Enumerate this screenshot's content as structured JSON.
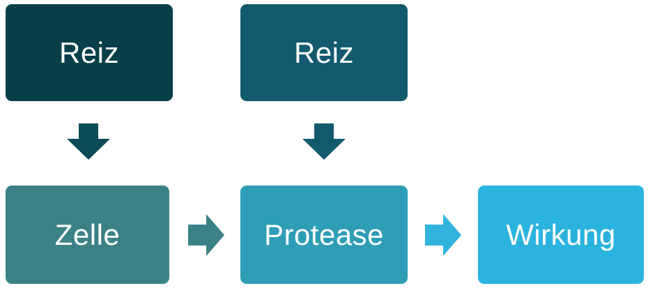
{
  "diagram": {
    "nodes": {
      "reiz_1": {
        "label": "Reiz",
        "color": "#083f49"
      },
      "reiz_2": {
        "label": "Reiz",
        "color": "#135a6e"
      },
      "zelle": {
        "label": "Zelle",
        "color": "#3b8286"
      },
      "protease": {
        "label": "Protease",
        "color": "#2e9db6"
      },
      "wirkung": {
        "label": "Wirkung",
        "color": "#2ab3de"
      }
    },
    "edges": [
      {
        "from": "reiz_1",
        "to": "zelle",
        "direction": "down",
        "color": "#0d4c57"
      },
      {
        "from": "reiz_2",
        "to": "protease",
        "direction": "down",
        "color": "#135a6e"
      },
      {
        "from": "zelle",
        "to": "protease",
        "direction": "right",
        "color": "#3b8286"
      },
      {
        "from": "protease",
        "to": "wirkung",
        "direction": "right",
        "color": "#30b4dd"
      }
    ]
  }
}
